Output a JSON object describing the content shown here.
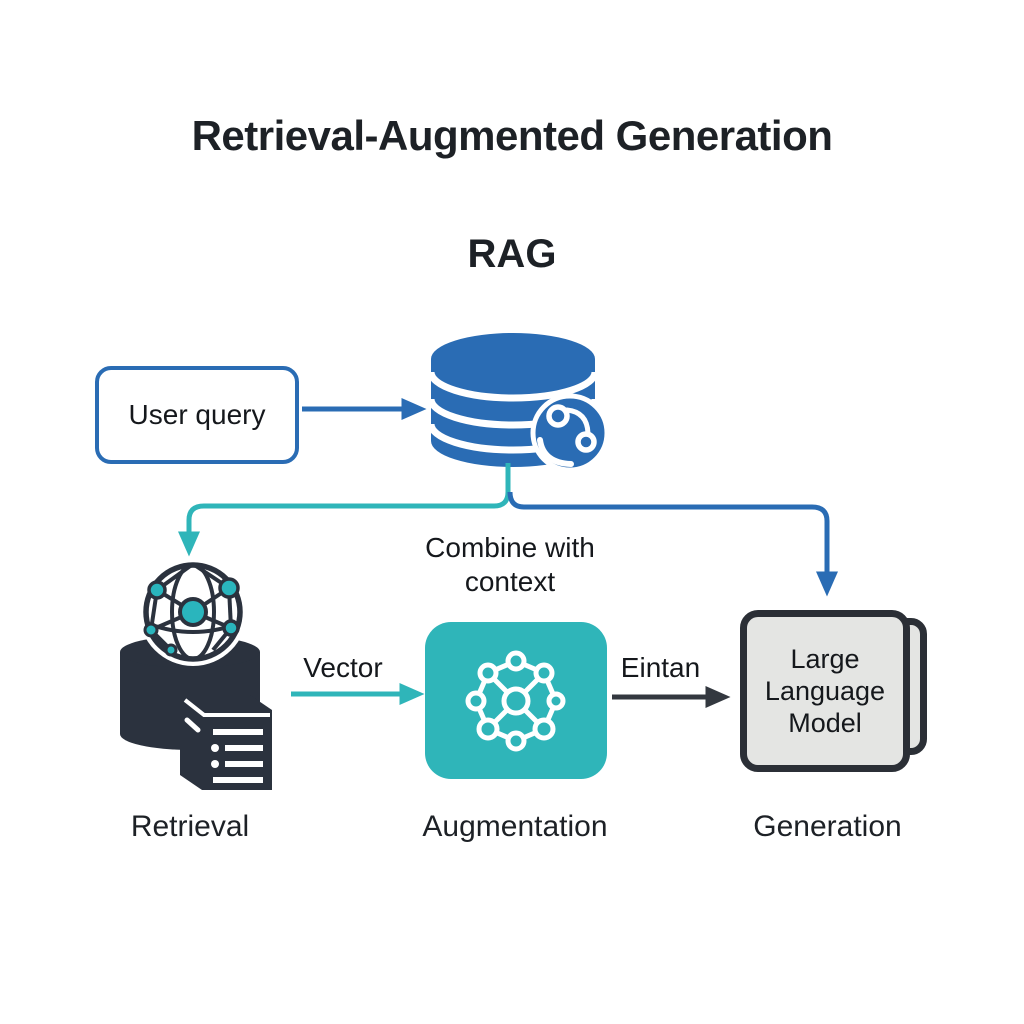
{
  "title": "Retrieval-Augmented Generation",
  "subtitle": "RAG",
  "nodes": {
    "user_query": {
      "label": "User query"
    },
    "database": {
      "icon": "database-icon",
      "badge_icon": "share-network-icon"
    },
    "retrieval": {
      "caption": "Retrieval",
      "icon": "globe-network-database-icon"
    },
    "augmentation": {
      "caption": "Augmentation",
      "icon": "molecule-network-icon"
    },
    "generation": {
      "caption": "Generation",
      "box_label": "Large Language Model"
    }
  },
  "edges": {
    "combine_line1": "Combine with",
    "combine_line2": "context",
    "vector_label": "Vector",
    "enhance_label": "Eintan"
  },
  "colors": {
    "blue": "#2a6cb4",
    "teal": "#2fb5b9",
    "dark_slate": "#2b323e",
    "text": "#1d2126",
    "llm_fill": "#e4e5e3"
  }
}
